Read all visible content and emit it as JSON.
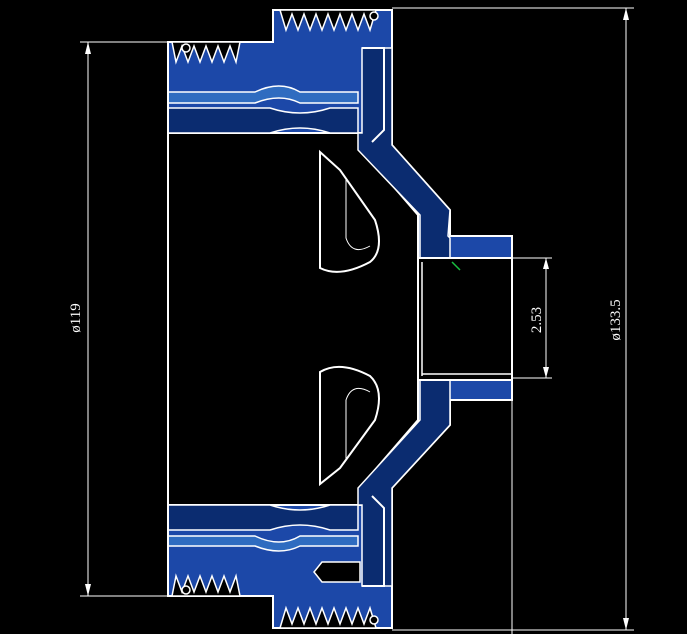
{
  "drawing": {
    "background_color": "#000000",
    "part_fill_color": "#1c48a8",
    "part_dark_color": "#0b2c70",
    "groove_band_color": "#2f6cc0",
    "line_color": "#ffffff",
    "center_mark_color": "#19c040"
  },
  "dimensions": {
    "left_diameter": "ø119",
    "right_diameter": "ø133.5",
    "hub_dimension": "2.53"
  }
}
